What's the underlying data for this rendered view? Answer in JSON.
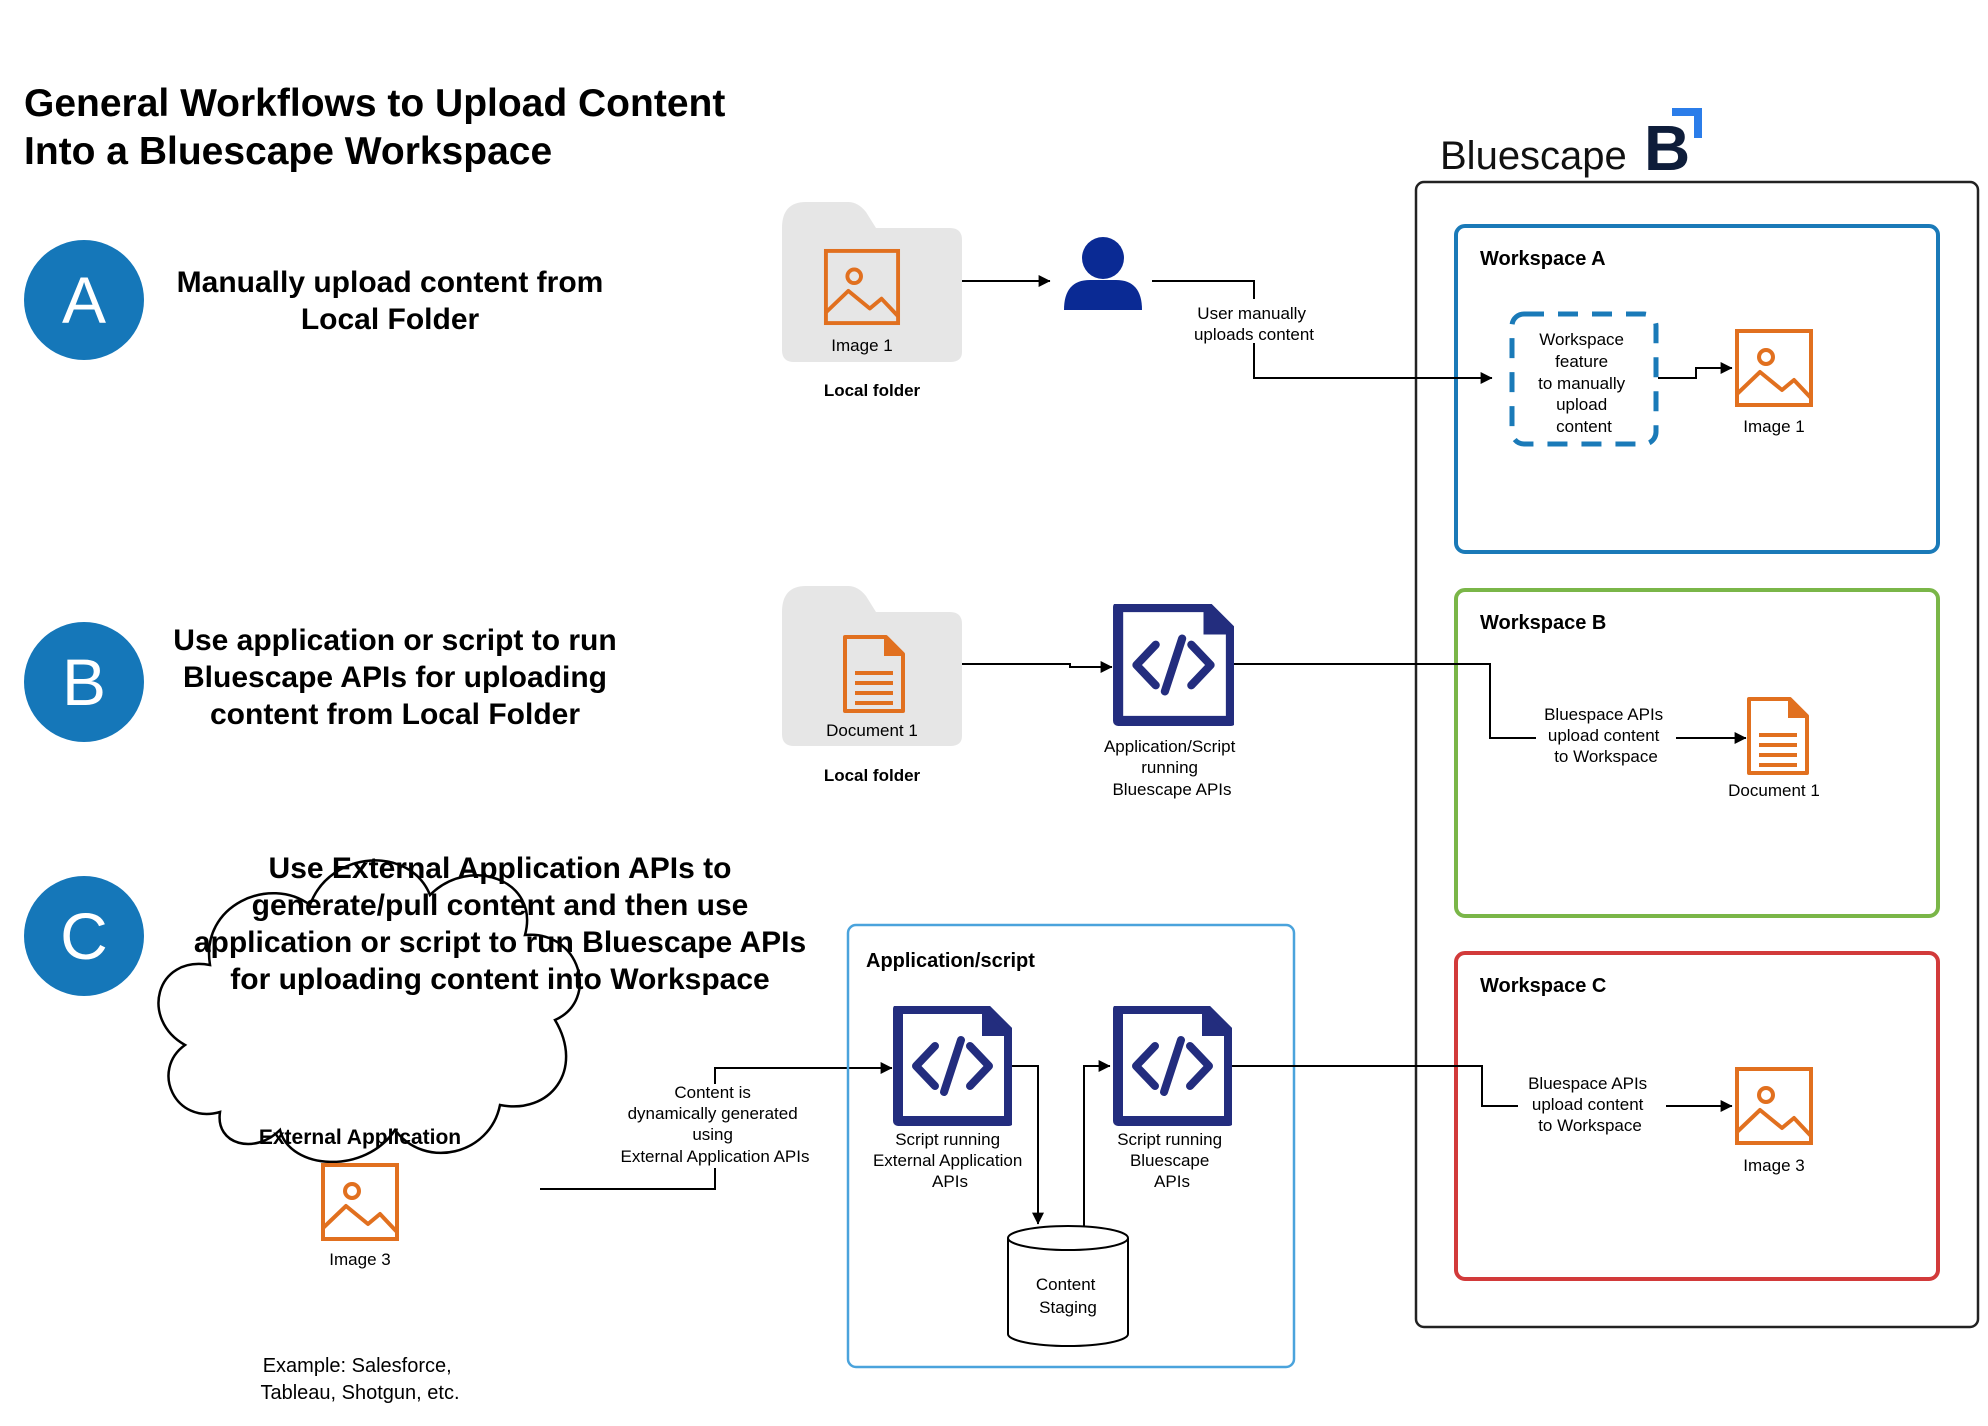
{
  "title_line1": "General Workflows to Upload Content",
  "title_line2": "Into a Bluescape Workspace",
  "brand": {
    "name": "Bluescape",
    "logo_letter": "B",
    "color": "#0e1d3a",
    "accent": "#2b7de9"
  },
  "sections": {
    "a": {
      "badge": "A",
      "lines": [
        "Manually upload content from",
        "Local Folder"
      ]
    },
    "b": {
      "badge": "B",
      "lines": [
        "Use application or script to run",
        "Bluescape APIs for uploading",
        "content from Local Folder"
      ]
    },
    "c": {
      "badge": "C",
      "lines": [
        "Use External Application APIs to",
        "generate/pull content and then use",
        "application or script to run Bluescape APIs",
        "for uploading content into Workspace"
      ]
    }
  },
  "row_a": {
    "folder_item": "Image 1",
    "folder_label": "Local folder",
    "edge_label": [
      "User manually",
      "uploads content"
    ],
    "feature": [
      "Workspace",
      "feature",
      "to manually",
      "upload",
      "content"
    ],
    "workspace_title": "Workspace A",
    "workspace_item": "Image 1"
  },
  "row_b": {
    "folder_item": "Document 1",
    "folder_label": "Local folder",
    "app_label": [
      "Application/Script",
      "running",
      "Bluescape APIs"
    ],
    "edge_label": [
      "Bluespace APIs",
      "upload content",
      "to Workspace"
    ],
    "workspace_title": "Workspace B",
    "workspace_item": "Document 1"
  },
  "row_c": {
    "cloud_title": "External Application",
    "cloud_item": "Image 3",
    "example": [
      "Example: Salesforce,",
      "Tableau, Shotgun, etc."
    ],
    "edge_label_1": [
      "Content is",
      "dynamically generated",
      "using",
      "External Application APIs"
    ],
    "app_box_title": "Application/script",
    "script1": [
      "Script  running",
      "External Application",
      "APIs"
    ],
    "script2": [
      "Script  running",
      "Bluescape",
      "APIs"
    ],
    "staging": [
      "Content",
      "Staging"
    ],
    "edge_label_2": [
      "Bluespace APIs",
      "upload content",
      "to Workspace"
    ],
    "workspace_title": "Workspace C",
    "workspace_item": "Image 3"
  },
  "colors": {
    "badge": "#1577b9",
    "icon_orange": "#e1701f",
    "code_icon": "#232d7e",
    "user_icon": "#0a2a94",
    "workspace_a": "#1a7ab8",
    "workspace_b": "#7ab648",
    "workspace_c": "#d23a3a",
    "app_box": "#4aa3dc",
    "folder_fill": "#e6e6e6"
  }
}
